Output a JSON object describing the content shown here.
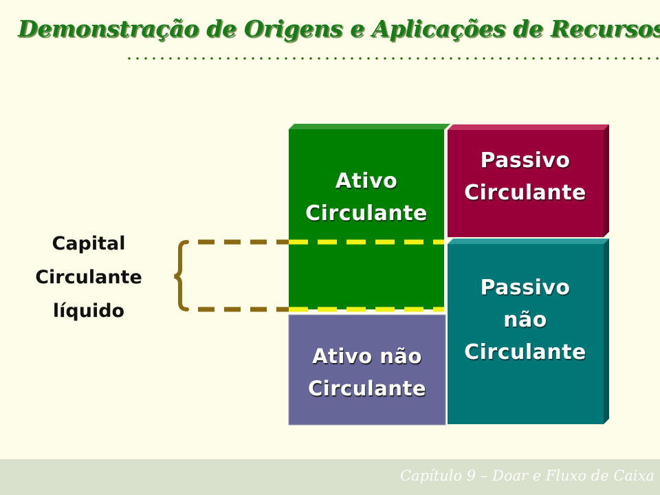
{
  "title": "Demonstração de Origens e Aplicações de Recursos",
  "left_label": [
    "Capital",
    "Circulante",
    "líquido"
  ],
  "boxes": {
    "ativo_circulante": [
      "Ativo",
      "Circulante"
    ],
    "ativo_nao_circulante": [
      "Ativo não",
      "Circulante"
    ],
    "passivo_circulante": [
      "Passivo",
      "Circulante"
    ],
    "passivo_nao_circulante": [
      "Passivo",
      "não",
      "Circulante"
    ]
  },
  "colors": {
    "title": "#1a7a1a",
    "ativo_circulante": "#008000",
    "ativo_nao_circulante": "#666699",
    "passivo_circulante": "#99003a",
    "passivo_nao_circulante": "#007777",
    "dash_yellow": "#f2f21a",
    "dash_brown": "#8a6a14"
  },
  "footer": "Capítulo 9 – Doar e Fluxo de Caixa"
}
